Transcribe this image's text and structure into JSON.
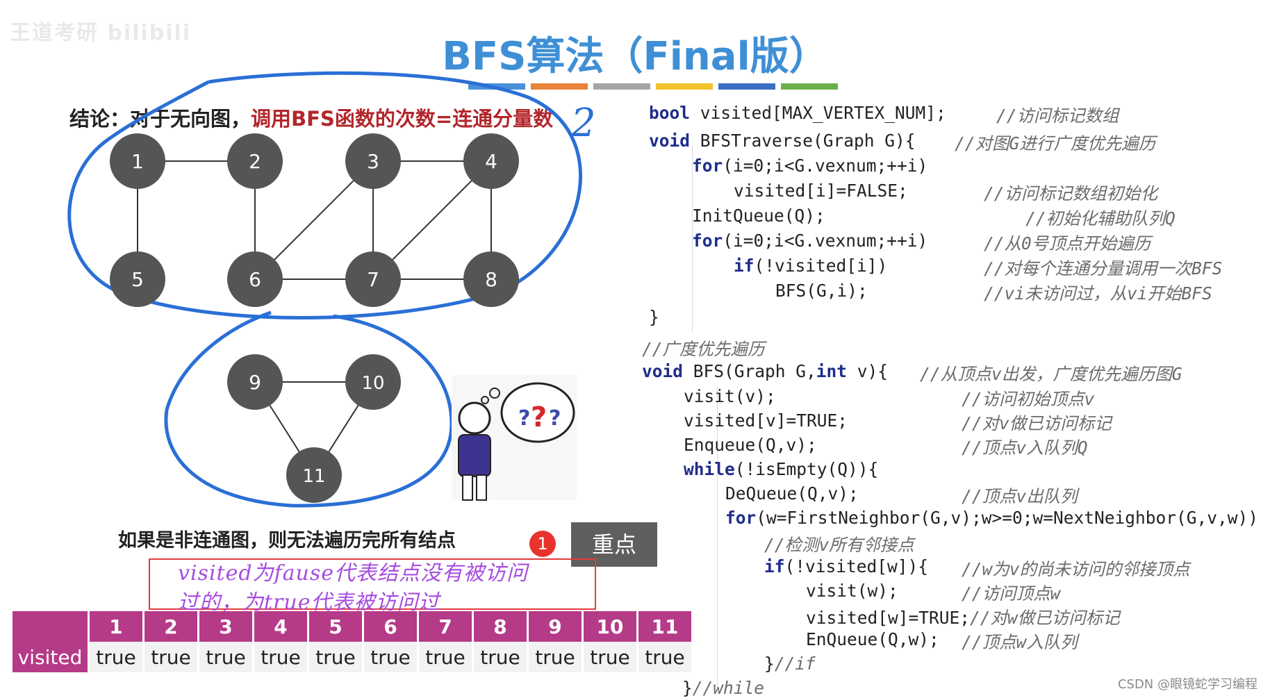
{
  "header": {
    "watermark": "王道考研 bilibili",
    "title": "BFS算法（Final版）",
    "color_bar": [
      "#4a90d9",
      "#e8833a",
      "#a6a6a6",
      "#f2c12e",
      "#3a6fc4",
      "#6ab04c"
    ]
  },
  "conclusion": {
    "prefix": "结论：对于无向图，",
    "emphasis": "调用BFS函数的次数=连通分量数",
    "handwritten_count": "2"
  },
  "graph": {
    "nodes": [
      "1",
      "2",
      "3",
      "4",
      "5",
      "6",
      "7",
      "8",
      "9",
      "10",
      "11"
    ]
  },
  "notes": {
    "disconnected": "如果是非连通图，则无法遍历完所有结点",
    "badge": "1",
    "keypoint": "重点",
    "handwritten_line1": "visited为fause代表结点没有被访问",
    "handwritten_line2": "过的，为true代表被访问过"
  },
  "visited_table": {
    "row_label": "visited",
    "indices": [
      "1",
      "2",
      "3",
      "4",
      "5",
      "6",
      "7",
      "8",
      "9",
      "10",
      "11"
    ],
    "values": [
      "true",
      "true",
      "true",
      "true",
      "true",
      "true",
      "true",
      "true",
      "true",
      "true",
      "true"
    ]
  },
  "code": {
    "l1_kw": "bool",
    "l1_code": " visited[MAX_VERTEX_NUM];",
    "l1_cm": "//访问标记数组",
    "l2_kw": "void",
    "l2_code": " BFSTraverse(Graph G){",
    "l2_cm": "//对图G进行广度优先遍历",
    "l3_kw": "for",
    "l3_code": "(i=0;i<G.vexnum;++i)",
    "l4_code": "visited[i]=FALSE;",
    "l4_cm": "//访问标记数组初始化",
    "l5_code": "InitQueue(Q);",
    "l5_cm": "//初始化辅助队列Q",
    "l6_kw": "for",
    "l6_code": "(i=0;i<G.vexnum;++i)",
    "l6_cm": "//从0号顶点开始遍历",
    "l7_kw": "if",
    "l7_code": "(!visited[i])",
    "l7_cm": "//对每个连通分量调用一次BFS",
    "l8_code": "BFS(G,i);",
    "l8_cm": "//vi未访问过，从vi开始BFS",
    "l9_code": "}",
    "l10_cm": "//广度优先遍历",
    "l11_kw": "void",
    "l11_code": " BFS(Graph G,",
    "l11_kw2": "int",
    "l11_code2": " v){",
    "l11_cm": "//从顶点v出发，广度优先遍历图G",
    "l12_code": "visit(v);",
    "l12_cm": "//访问初始顶点v",
    "l13_code": "visited[v]=TRUE;",
    "l13_cm": "//对v做已访问标记",
    "l14_code": "Enqueue(Q,v);",
    "l14_cm": "//顶点v入队列Q",
    "l15_kw": "while",
    "l15_code": "(!isEmpty(Q)){",
    "l16_code": "DeQueue(Q,v);",
    "l16_cm": "//顶点v出队列",
    "l17_kw": "for",
    "l17_code": "(w=FirstNeighbor(G,v);w>=0;w=NextNeighbor(G,v,w))",
    "l18_cm": "//检测v所有邻接点",
    "l19_kw": "if",
    "l19_code": "(!visited[w]){",
    "l19_cm": "//w为v的尚未访问的邻接顶点",
    "l20_code": "visit(w);",
    "l20_cm": "//访问顶点w",
    "l21_code": "visited[w]=TRUE;",
    "l21_cm": "//对w做已访问标记",
    "l22_code": "EnQueue(Q,w);",
    "l22_cm": "//顶点w入队列",
    "l23_code": "}",
    "l23_cm": "//if",
    "l24_code": "}",
    "l24_cm": "//while"
  },
  "footer": {
    "credit": "CSDN @眼镜蛇学习编程"
  }
}
